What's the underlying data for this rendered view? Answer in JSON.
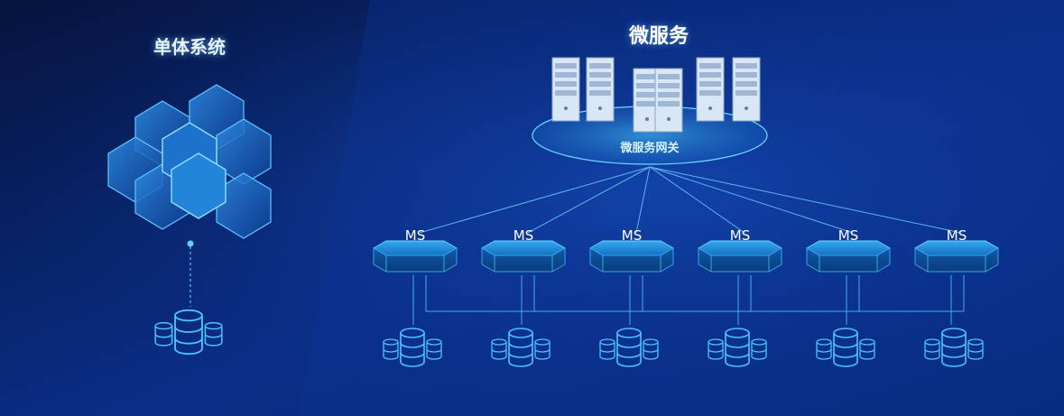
{
  "monolith": {
    "title": "单体系统"
  },
  "microservices": {
    "title": "微服务",
    "gateway_label": "微服务网关",
    "services": [
      {
        "label": "MS"
      },
      {
        "label": "MS"
      },
      {
        "label": "MS"
      },
      {
        "label": "MS"
      },
      {
        "label": "MS"
      },
      {
        "label": "MS"
      }
    ]
  },
  "colors": {
    "background": "#061a52",
    "accent": "#35b6ff",
    "node_fill": "#1677c8"
  },
  "icons": [
    "hexagon-cluster-icon",
    "database-icon",
    "server-rack-icon"
  ]
}
